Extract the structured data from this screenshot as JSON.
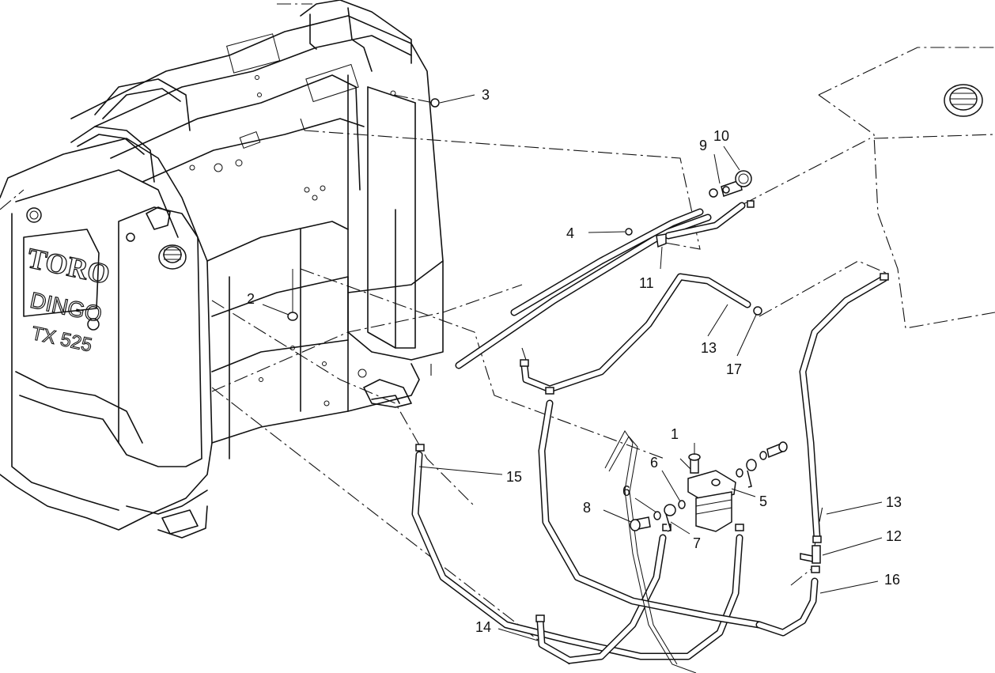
{
  "brand": {
    "logo_text": "TORO",
    "model_text": "DINGO",
    "model_number": "TX 525"
  },
  "callouts": [
    {
      "id": "c1",
      "label": "1"
    },
    {
      "id": "c2",
      "label": "2"
    },
    {
      "id": "c3",
      "label": "3"
    },
    {
      "id": "c4",
      "label": "4"
    },
    {
      "id": "c5",
      "label": "5"
    },
    {
      "id": "c6a",
      "label": "6"
    },
    {
      "id": "c6b",
      "label": "6"
    },
    {
      "id": "c7",
      "label": "7"
    },
    {
      "id": "c8",
      "label": "8"
    },
    {
      "id": "c9",
      "label": "9"
    },
    {
      "id": "c10",
      "label": "10"
    },
    {
      "id": "c11",
      "label": "11"
    },
    {
      "id": "c12",
      "label": "12"
    },
    {
      "id": "c13a",
      "label": "13"
    },
    {
      "id": "c13b",
      "label": "13"
    },
    {
      "id": "c14",
      "label": "14"
    },
    {
      "id": "c15",
      "label": "15"
    },
    {
      "id": "c16",
      "label": "16"
    },
    {
      "id": "c17",
      "label": "17"
    }
  ]
}
